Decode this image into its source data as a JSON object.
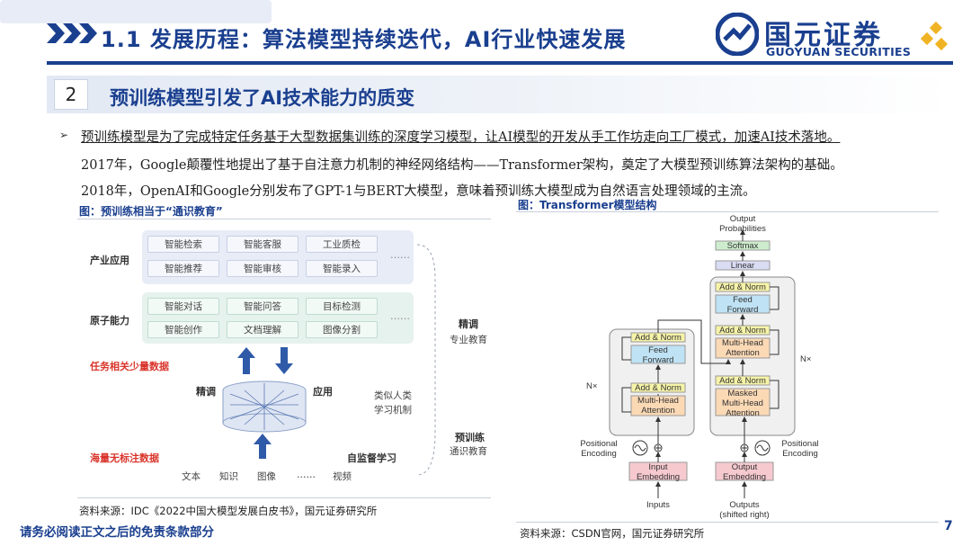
{
  "header": {
    "title": "1.1 发展历程：算法模型持续迭代，AI行业快速发展",
    "logo_text": "国元证券",
    "logo_sub": "GUOYUAN SECURITIES"
  },
  "section": {
    "number": "2",
    "title": "预训练模型引发了AI技术能力的质变"
  },
  "body": {
    "bullet": "➢",
    "line1": "预训练模型是为了完成特定任务基于大型数据集训练的深度学习模型，让AI模型的开发从手工作坊走向工厂模式，加速AI技术落地。",
    "line2": "2017年，Google颠覆性地提出了基于自注意力机制的神经网络结构——Transformer架构，奠定了大模型预训练算法架构的基础。",
    "line3": "2018年，OpenAI和Google分别发布了GPT-1与BERT大模型，意味着预训练大模型成为自然语言处理领域的主流。"
  },
  "left_figure": {
    "caption": "图：预训练相当于“通识教育”",
    "industry_label": "产业应用",
    "industry_row1": [
      "智能检索",
      "智能客服",
      "工业质检"
    ],
    "industry_row2": [
      "智能推荐",
      "智能审核",
      "智能录入"
    ],
    "capability_label": "原子能力",
    "capability_row1": [
      "智能对话",
      "智能问答",
      "目标检测"
    ],
    "capability_row2": [
      "智能创作",
      "文档理解",
      "图像分割"
    ],
    "ellipsis": "……",
    "task_data_label": "任务相关少量数据",
    "finetune_label": "精调",
    "apply_label": "应用",
    "massive_data_label": "海量无标注数据",
    "selfsup_label": "自监督学习",
    "data_items": [
      "文本",
      "知识",
      "图像",
      "……",
      "视频"
    ],
    "right_finetune": "精调",
    "right_pro_edu": "专业教育",
    "right_similar1": "类似人类",
    "right_similar2": "学习机制",
    "right_pretrain": "预训练",
    "right_general_edu": "通识教育",
    "source": "资料来源：IDC《2022中国大模型发展白皮书》，国元证券研究所"
  },
  "transformer": {
    "caption": "图：Transformer模型结构",
    "output_probs_1": "Output",
    "output_probs_2": "Probabilities",
    "softmax": "Softmax",
    "linear": "Linear",
    "add_norm": "Add & Norm",
    "feed": "Feed",
    "forward": "Forward",
    "multi_head": "Multi-Head",
    "attention": "Attention",
    "masked": "Masked",
    "nx": "N×",
    "positional": "Positional",
    "encoding": "Encoding",
    "input": "Input",
    "embedding": "Embedding",
    "output": "Output",
    "inputs": "Inputs",
    "outputs": "Outputs",
    "shifted": "(shifted right)",
    "colors": {
      "addnorm": "#f6f3a8",
      "ffn": "#bfe3f5",
      "attn": "#fbd9b5",
      "embed": "#f6c9cf",
      "softmax": "#cdeccd",
      "linear": "#d9dcf3"
    },
    "source": "资料来源：CSDN官网，国元证券研究所"
  },
  "footer": {
    "disclaimer": "请务必阅读正文之后的免责条款部分",
    "page": "7"
  }
}
